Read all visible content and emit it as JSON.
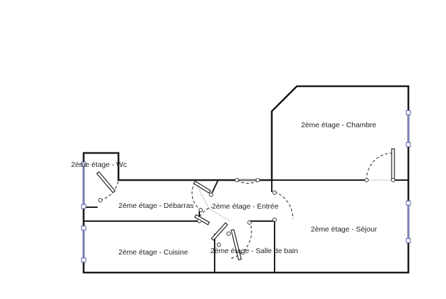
{
  "rooms": [
    {
      "id": "wc",
      "label": "2ème étage - Wc"
    },
    {
      "id": "debarras",
      "label": "2ème étage - Débarras"
    },
    {
      "id": "entree",
      "label": "2ème étage - Entrée"
    },
    {
      "id": "chambre",
      "label": "2ème étage - Chambre"
    },
    {
      "id": "sejour",
      "label": "2ème étage - Séjour"
    },
    {
      "id": "cuisine",
      "label": "2ème étage - Cuisine"
    },
    {
      "id": "sdb",
      "label": "2ème étage - Salle de bain"
    }
  ],
  "colors": {
    "wall": "#1a1a1a",
    "window": "#7b7fc4",
    "background": "#ffffff"
  }
}
